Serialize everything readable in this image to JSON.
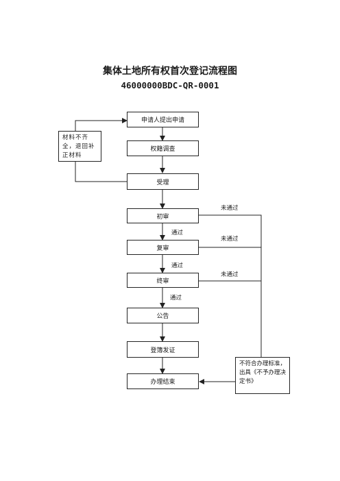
{
  "title": "集体土地所有权首次登记流程图",
  "code": "46000000BDC-QR-0001",
  "steps": {
    "apply": "申请人提出申请",
    "survey": "权籍调查",
    "accept": "受理",
    "first_review": "初审",
    "second_review": "复审",
    "final_review": "终审",
    "announce": "公告",
    "register": "登簿发证",
    "finish": "办理结束"
  },
  "notes": {
    "incomplete": "材料不齐全，退回补正材料",
    "reject": "不符合办理标准，出具《不予办理决定书》"
  },
  "labels": {
    "pass": "通过",
    "fail": "未通过"
  }
}
